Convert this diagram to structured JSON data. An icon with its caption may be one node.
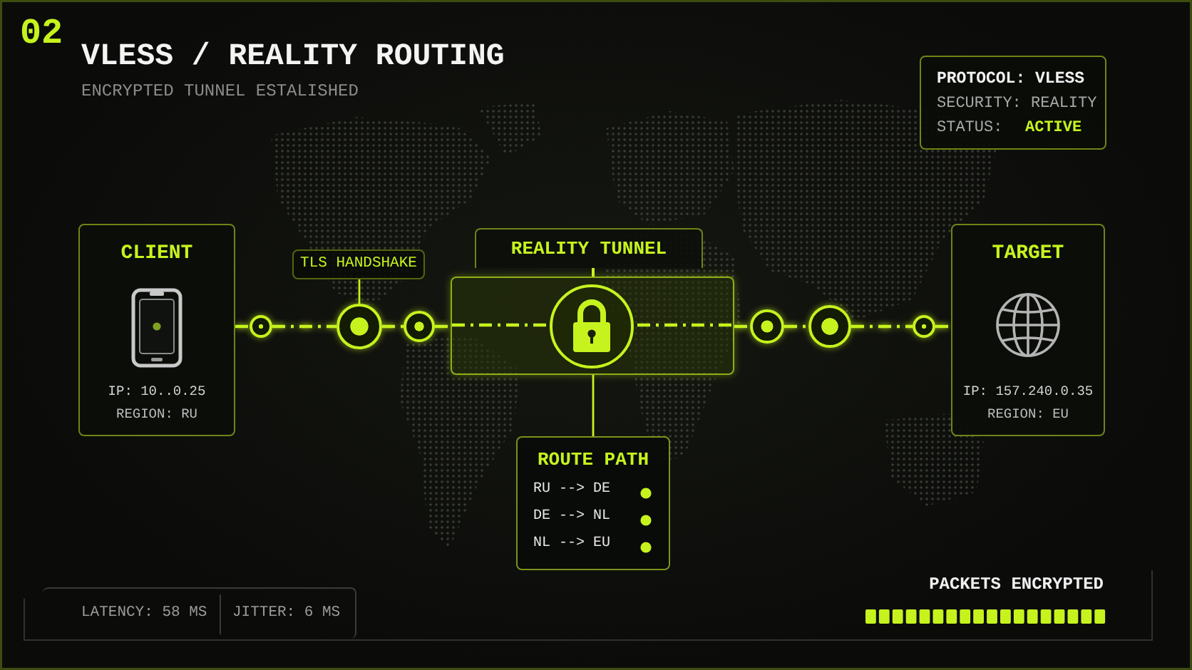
{
  "diagram": {
    "title": "VLESS / REALITY ROUTING",
    "nodes": [
      {
        "text": [
          "PROTOCOL: VLESS",
          "SECURITY: REALITY",
          "STATUS:",
          "ACTIVE"
        ]
      },
      {
        "text": [
          "CLIENT",
          "IP: 10..0.25",
          "REGION: RU"
        ]
      },
      {
        "text": [
          "TLS HANDSHAKE"
        ]
      },
      {
        "text": [
          "REALITY TUNNEL"
        ]
      },
      {
        "text": [
          "TARGET",
          "IP: 157.240.0.35",
          "REGION: EU"
        ]
      },
      {
        "text": [
          "ROUTE PATH",
          "RU --> DE",
          "DE --> NL",
          "NL --> EU"
        ]
      },
      {
        "text": [],
        "shape": "circle"
      },
      {
        "text": [],
        "shape": "circle"
      },
      {
        "text": [],
        "shape": "circle"
      },
      {
        "text": [],
        "shape": "circle"
      },
      {
        "text": [],
        "shape": "circle"
      },
      {
        "text": [],
        "shape": "circle"
      },
      {
        "text": [
          "LATENCY: 58 MS",
          "JITTER: 6 MS"
        ]
      }
    ],
    "edges": [
      {
        "from": 1,
        "to": 6,
        "arrow": "none",
        "style": "dashed"
      },
      {
        "from": 6,
        "to": 7,
        "arrow": "none",
        "style": "dashed"
      },
      {
        "from": 7,
        "to": 8,
        "arrow": "none",
        "style": "dashed"
      },
      {
        "from": 8,
        "to": 3,
        "arrow": "none",
        "style": "dashed"
      },
      {
        "from": 3,
        "to": 9,
        "arrow": "none",
        "style": "dashed"
      },
      {
        "from": 9,
        "to": 10,
        "arrow": "none",
        "style": "dashed"
      },
      {
        "from": 10,
        "to": 11,
        "arrow": "none",
        "style": "dashed"
      },
      {
        "from": 11,
        "to": 4,
        "arrow": "none",
        "style": "dashed"
      },
      {
        "from": 2,
        "to": 7,
        "arrow": "none"
      },
      {
        "from": 3,
        "to": 5,
        "arrow": "none"
      }
    ],
    "labels": [
      "02",
      "ENCRYPTED TUNNEL ESTALISHED",
      "PACKETS ENCRYPTED"
    ]
  }
}
